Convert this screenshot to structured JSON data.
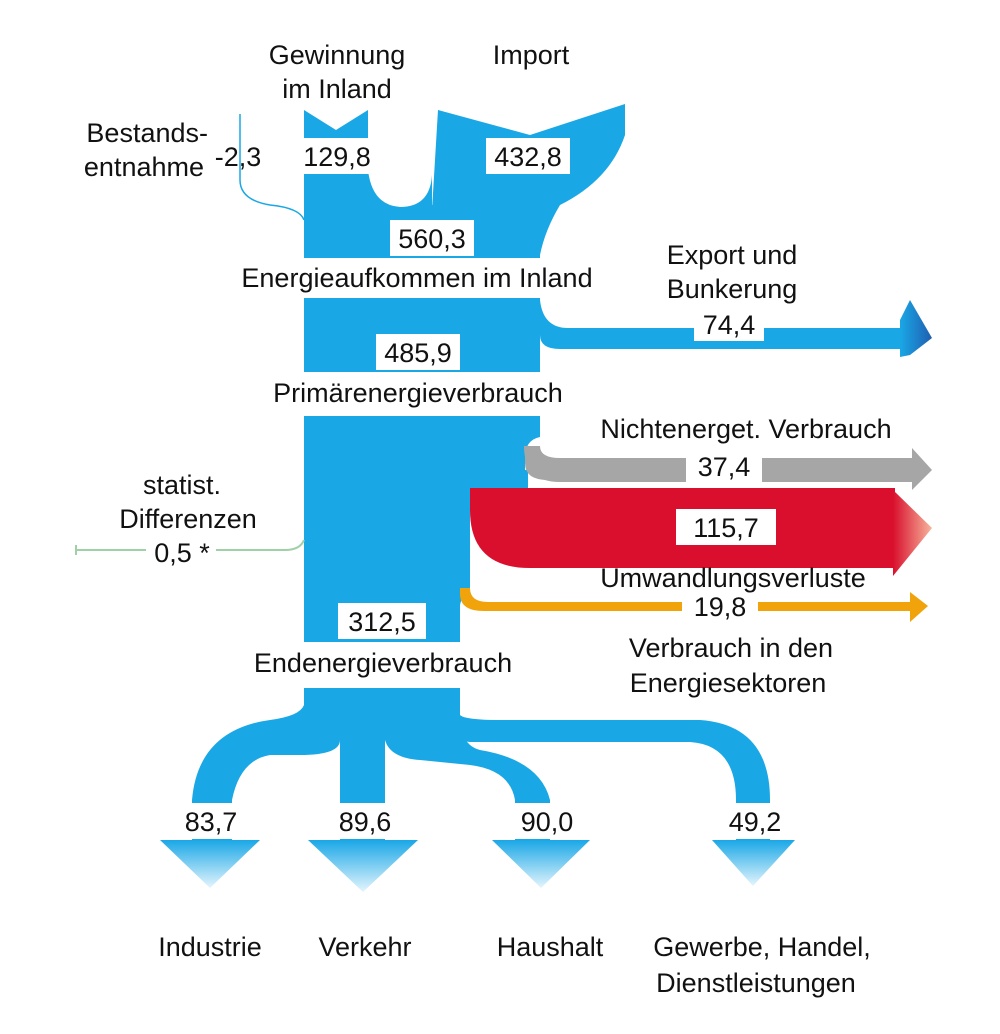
{
  "colors": {
    "energy_blue": "#1aa7e6",
    "export_blue_dark": "#1f5fb0",
    "nonenergy_gray": "#a6a6a6",
    "conversion_red": "#d90f2d",
    "conversion_tip": "#f39a7a",
    "sector_orange": "#f0a30a",
    "stat_green": "#9fd0a6",
    "label_box": "#ffffff"
  },
  "labels": {
    "gewinnung_line1": "Gewinnung",
    "gewinnung_line2": "im Inland",
    "import": "Import",
    "bestand_line1": "Bestands-",
    "bestand_line2": "entnahme",
    "energieaufkommen": "Energieaufkommen im Inland",
    "export_line1": "Export und",
    "export_line2": "Bunkerung",
    "primaer": "Primärenergieverbrauch",
    "nichtenerget": "Nichtenerget. Verbrauch",
    "statist_line1": "statist.",
    "statist_line2": "Differenzen",
    "umwandlung": "Umwandlungsverluste",
    "energiesektoren_line1": "Verbrauch in den",
    "energiesektoren_line2": "Energiesektoren",
    "endenergie": "Endenergieverbrauch",
    "industrie": "Industrie",
    "verkehr": "Verkehr",
    "haushalt": "Haushalt",
    "gewerbe_line1": "Gewerbe, Handel,",
    "gewerbe_line2": "Dienstleistungen"
  },
  "values": {
    "bestand": "-2,3",
    "gewinnung": "129,8",
    "import": "432,8",
    "aufkommen": "560,3",
    "export": "74,4",
    "primaer": "485,9",
    "nichtenerget": "37,4",
    "statist": "0,5 *",
    "umwandlung": "115,7",
    "energiesektoren": "19,8",
    "endenergie": "312,5",
    "industrie": "83,7",
    "verkehr": "89,6",
    "haushalt": "90,0",
    "gewerbe": "49,2"
  }
}
